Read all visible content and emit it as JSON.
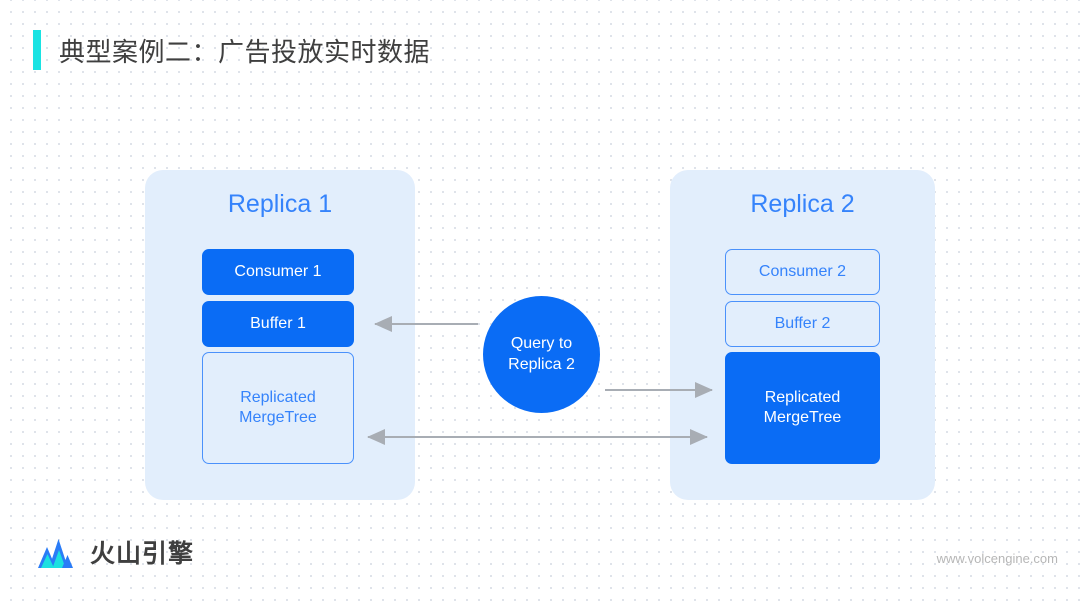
{
  "slide": {
    "title": "典型案例二：广告投放实时数据",
    "accent_color": "#19e3e3",
    "background_color": "#ffffff"
  },
  "diagram": {
    "type": "architecture",
    "accent_blue": "#0a6cf5",
    "panel_blue": "#e2eefc",
    "text_blue": "#3583fb",
    "arrow_gray": "#a8adb4",
    "panels": [
      {
        "id": "replica-1",
        "title": "Replica 1",
        "nodes": [
          {
            "label": "Consumer  1",
            "style": "filled"
          },
          {
            "label": "Buffer  1",
            "style": "filled"
          },
          {
            "label": "Replicated\nMergeTree",
            "line1": "Replicated",
            "line2": "MergeTree",
            "style": "outlined"
          }
        ]
      },
      {
        "id": "replica-2",
        "title": "Replica 2",
        "nodes": [
          {
            "label": "Consumer  2",
            "style": "outlined"
          },
          {
            "label": "Buffer  2",
            "style": "outlined"
          },
          {
            "label": "Replicated\nMergeTree",
            "line1": "Replicated",
            "line2": "MergeTree",
            "style": "filled"
          }
        ]
      }
    ],
    "center_node": {
      "label": "Query to\nReplica 2",
      "line1": "Query to",
      "line2": "Replica 2",
      "shape": "circle"
    },
    "arrows": [
      {
        "id": "query-to-buffer1",
        "direction": "left",
        "from": "Query to Replica 2",
        "to": "Buffer  1"
      },
      {
        "id": "query-to-mergetree2",
        "direction": "right",
        "from": "Query to Replica 2",
        "to": "Replicated MergeTree (Replica 2)"
      },
      {
        "id": "mergetree-sync",
        "direction": "both",
        "from": "Replicated MergeTree (Replica 1)",
        "to": "Replicated MergeTree (Replica 2)"
      }
    ]
  },
  "footer": {
    "brand": "火山引擎",
    "url": "www.volcengine.com"
  }
}
